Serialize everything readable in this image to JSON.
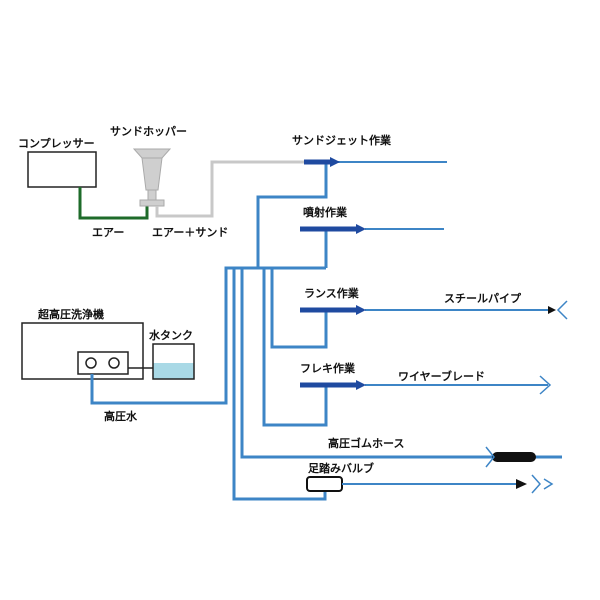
{
  "labels": {
    "compressor": "コンプレッサー",
    "sand_hopper": "サンドホッパー",
    "air": "エアー",
    "air_sand": "エアー＋サンド",
    "sandjet_work": "サンドジェット作業",
    "spray_work": "噴射作業",
    "lance_work": "ランス作業",
    "steel_pipe": "スチールパイプ",
    "washer": "超高圧洗浄機",
    "water_tank": "水タンク",
    "flexi_work": "フレキ作業",
    "wire_blade": "ワイヤーブレード",
    "hp_water": "高圧水",
    "hp_rubber_hose": "高圧ゴムホース",
    "foot_valve": "足踏みバルブ"
  },
  "colors": {
    "water_line": "#3d85c6",
    "air_line": "#1e6b2a",
    "sand_line": "#c8c8c8",
    "nozzle": "#1f4aa0",
    "tank_water": "#a9d9e6",
    "hose": "#111111"
  }
}
